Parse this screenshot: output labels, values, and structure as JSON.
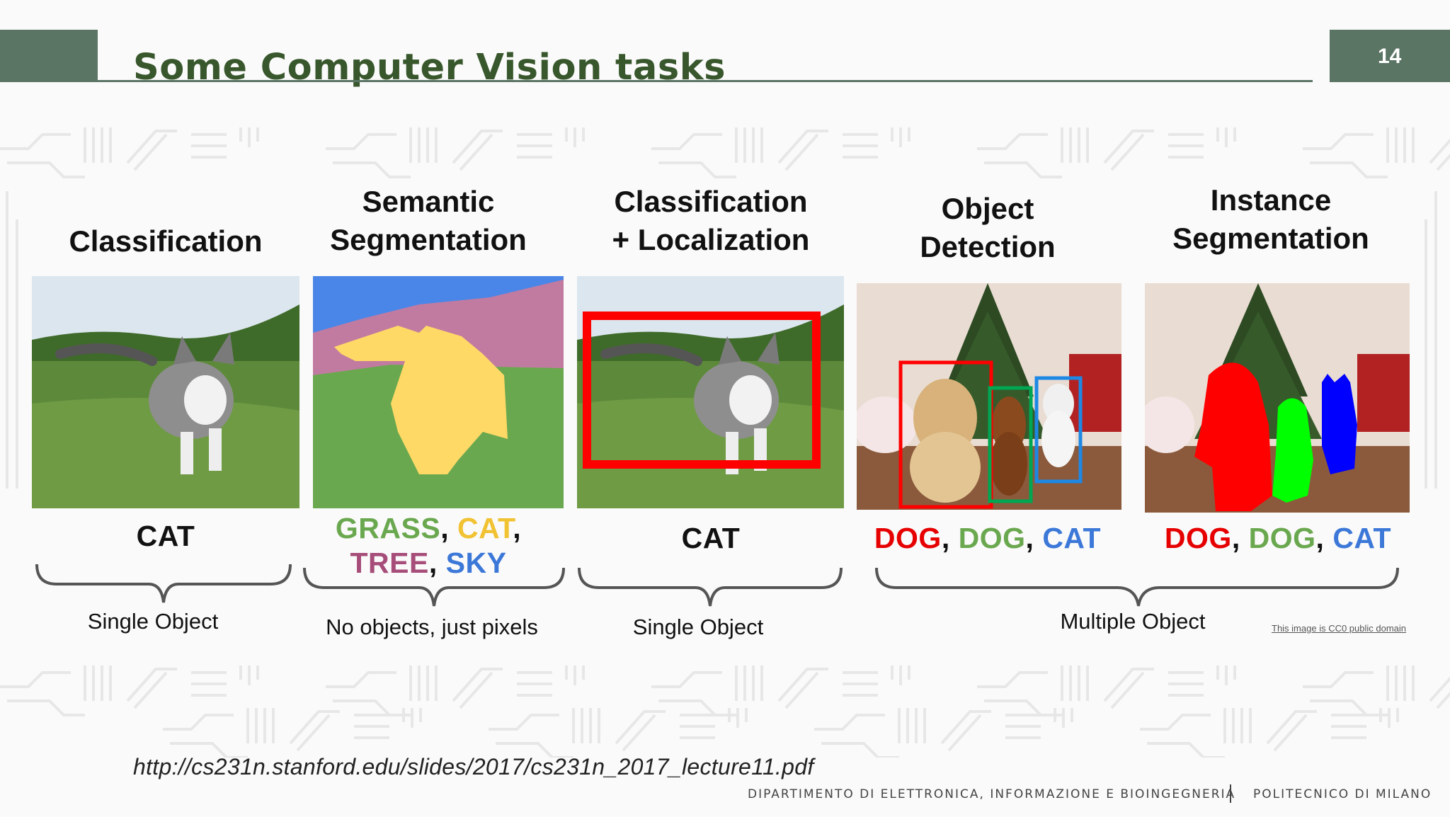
{
  "slide": {
    "title": "Some Computer Vision tasks",
    "page_number": "14",
    "source_url": "http://cs231n.stanford.edu/slides/2017/cs231n_2017_lecture11.pdf",
    "footer_department": "DIPARTIMENTO DI ELETTRONICA, INFORMAZIONE E BIOINGEGNERIA",
    "footer_university": "POLITECNICO DI MILANO"
  },
  "tasks": [
    {
      "title_line1": "Classification",
      "title_line2": "",
      "labels": [
        {
          "text": "CAT",
          "color": "#111111"
        }
      ]
    },
    {
      "title_line1": "Semantic",
      "title_line2": "Segmentation",
      "labels": [
        {
          "text": "GRASS",
          "color": "#6aa84f"
        },
        {
          "text": "CAT",
          "color": "#f1c232"
        },
        {
          "text": "TREE",
          "color": "#a64d79"
        },
        {
          "text": "SKY",
          "color": "#3c78d8"
        }
      ]
    },
    {
      "title_line1": "Classification",
      "title_line2": "+ Localization",
      "labels": [
        {
          "text": "CAT",
          "color": "#111111"
        }
      ]
    },
    {
      "title_line1": "Object",
      "title_line2": "Detection",
      "labels": [
        {
          "text": "DOG",
          "color": "#e60000"
        },
        {
          "text": "DOG",
          "color": "#6aa84f"
        },
        {
          "text": "CAT",
          "color": "#3c78d8"
        }
      ]
    },
    {
      "title_line1": "Instance",
      "title_line2": "Segmentation",
      "labels": [
        {
          "text": "DOG",
          "color": "#e60000"
        },
        {
          "text": "DOG",
          "color": "#6aa84f"
        },
        {
          "text": "CAT",
          "color": "#3c78d8"
        }
      ]
    }
  ],
  "groups": {
    "g1": "Single Object",
    "g2": "No objects, just pixels",
    "g3": "Single Object",
    "g4": "Multiple Object"
  },
  "image_credit": "This image is CC0 public domain",
  "colors": {
    "accent_green": "#5b7565",
    "title_green": "#38572c"
  }
}
